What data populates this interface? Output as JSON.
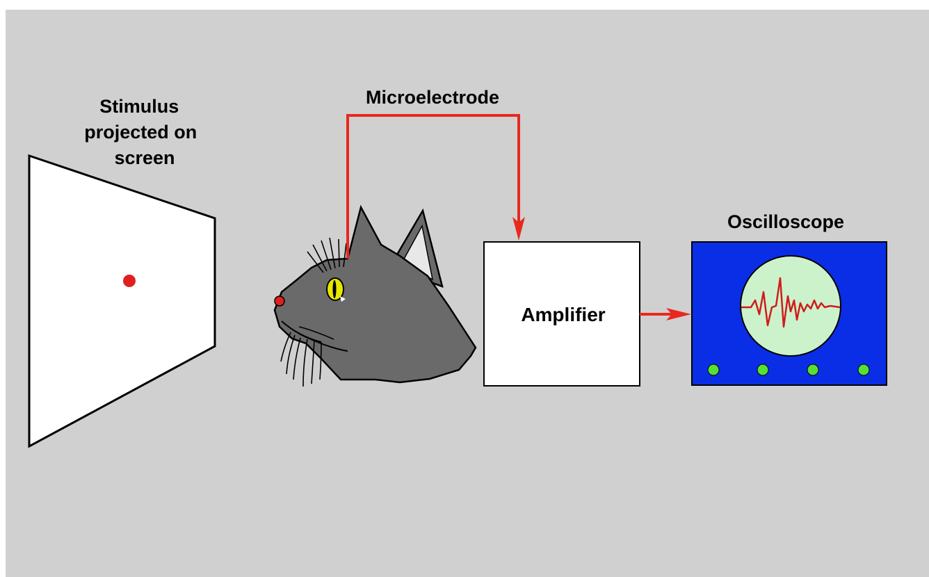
{
  "diagram": {
    "stimulus_label": [
      "Stimulus",
      "projected on",
      "screen"
    ],
    "electrode_label": "Microelectrode",
    "amplifier_label": "Amplifier",
    "oscilloscope_label": "Oscilloscope"
  },
  "colors": {
    "background": "#d0d0d0",
    "screen": "#ffffff",
    "stimulus_dot": "#e02020",
    "wire": "#e8281e",
    "cat_fur": "#6a6a6a",
    "cat_ear_inner": "#e8e8e8",
    "cat_eye": "#e6e600",
    "cat_nose": "#e02020",
    "oscilloscope_body": "#0a2ee6",
    "oscilloscope_screen": "#ccf2cc",
    "trace": "#d11b1b",
    "knob": "#55e035"
  },
  "icons": {
    "cat": "cat-head-icon",
    "screen": "projection-screen-icon"
  }
}
